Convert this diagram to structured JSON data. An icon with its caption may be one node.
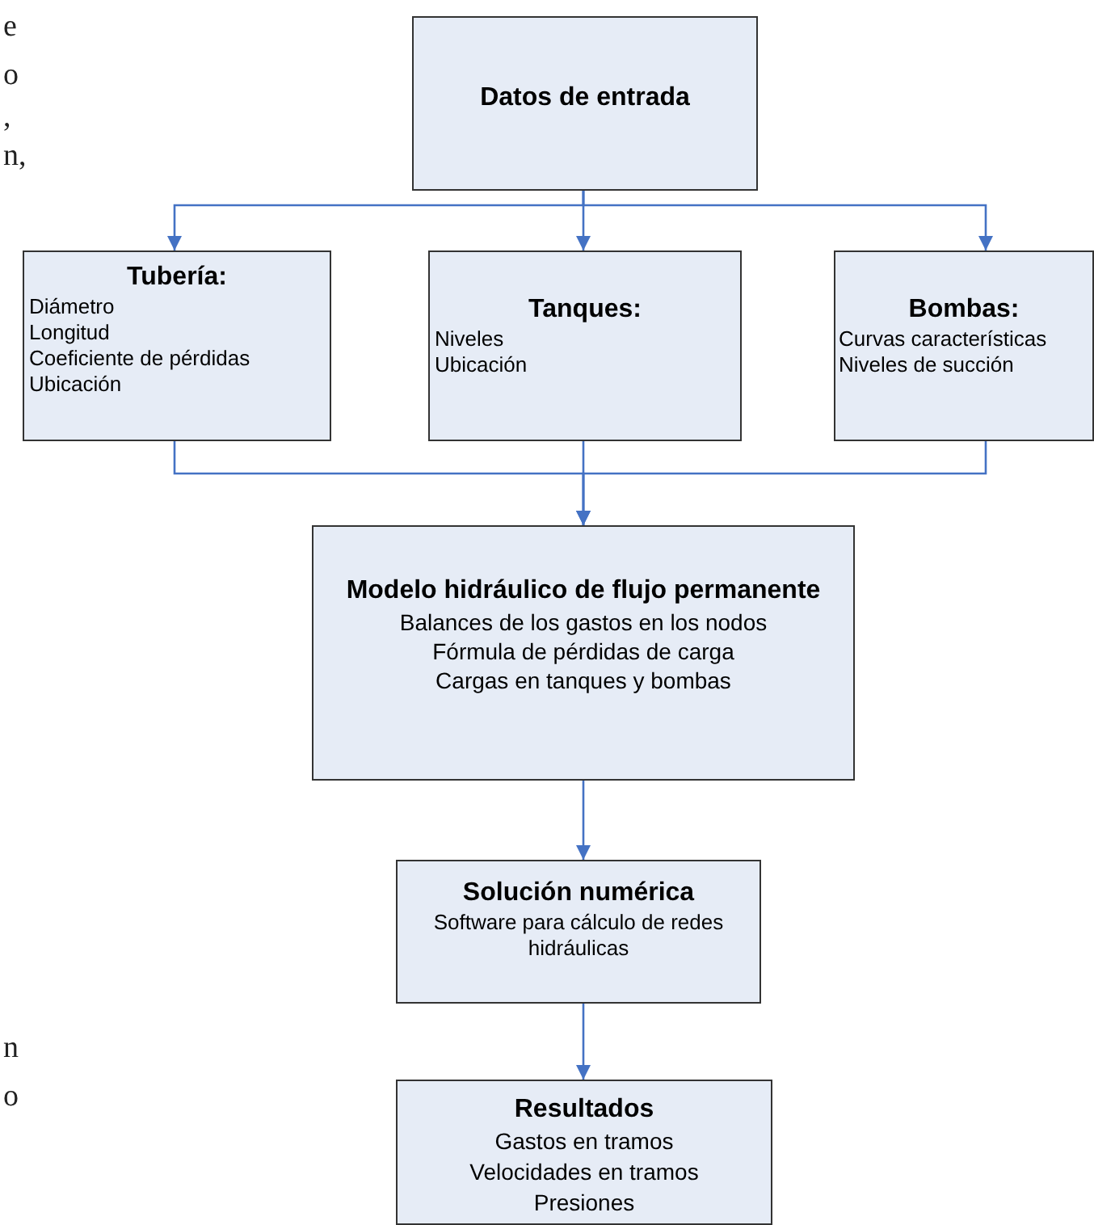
{
  "diagram": {
    "nodes": [
      {
        "text": [
          "Datos de entrada"
        ]
      },
      {
        "text": [
          "Tubería:",
          "Diámetro",
          "Longitud",
          "Coeficiente de pérdidas",
          "Ubicación"
        ]
      },
      {
        "text": [
          "Tanques:",
          "Niveles",
          "Ubicación"
        ]
      },
      {
        "text": [
          "Bombas:",
          "Curvas características",
          "Niveles de succión"
        ]
      },
      {
        "text": [
          "Modelo hidráulico de flujo permanente",
          "Balances de los gastos en los nodos",
          "Fórmula de pérdidas de carga",
          "Cargas en tanques y bombas"
        ]
      },
      {
        "text": [
          "Solución numérica",
          "Software para cálculo de redes hidráulicas"
        ]
      },
      {
        "text": [
          "Resultados",
          "Gastos en tramos",
          "Velocidades en tramos",
          "Presiones"
        ]
      }
    ],
    "edges": [
      {
        "from": 0,
        "to": 1,
        "arrow": "to"
      },
      {
        "from": 0,
        "to": 2,
        "arrow": "to"
      },
      {
        "from": 0,
        "to": 3,
        "arrow": "to"
      },
      {
        "from": 1,
        "to": 4,
        "arrow": "to"
      },
      {
        "from": 2,
        "to": 4,
        "arrow": "to"
      },
      {
        "from": 3,
        "to": 4,
        "arrow": "to"
      },
      {
        "from": 4,
        "to": 5,
        "arrow": "to"
      },
      {
        "from": 5,
        "to": 6,
        "arrow": "to"
      }
    ],
    "labels": [
      "e",
      "o",
      ",",
      "n,",
      "n",
      "o"
    ]
  }
}
